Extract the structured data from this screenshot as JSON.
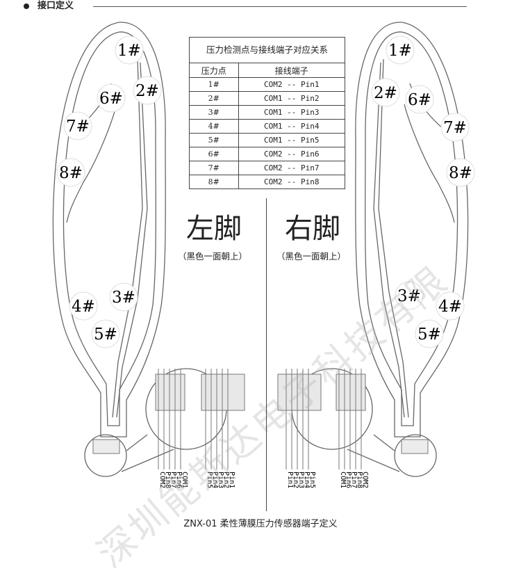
{
  "header": {
    "title": "接口定义"
  },
  "table": {
    "caption": "压力检测点与接线端子对应关系",
    "col_headers": [
      "压力点",
      "接线端子"
    ],
    "rows": [
      [
        "1#",
        "COM2 -- Pin1"
      ],
      [
        "2#",
        "COM1 -- Pin2"
      ],
      [
        "3#",
        "COM1 -- Pin3"
      ],
      [
        "4#",
        "COM1 -- Pin4"
      ],
      [
        "5#",
        "COM1 -- Pin5"
      ],
      [
        "6#",
        "COM2 -- Pin6"
      ],
      [
        "7#",
        "COM2 -- Pin7"
      ],
      [
        "8#",
        "COM2 -- Pin8"
      ]
    ]
  },
  "left_foot": {
    "title": "左脚",
    "subtitle": "（黑色一面朝上）",
    "points": [
      "1#",
      "2#",
      "6#",
      "7#",
      "8#",
      "3#",
      "4#",
      "5#"
    ],
    "pins": [
      "COM2",
      "Pin8",
      "Pin7",
      "Pin6",
      "COM1",
      "Pin5",
      "Pin4",
      "Pin3",
      "Pin2",
      "Pin1"
    ]
  },
  "right_foot": {
    "title": "右脚",
    "subtitle": "（黑色一面朝上）",
    "points": [
      "1#",
      "2#",
      "6#",
      "7#",
      "8#",
      "3#",
      "4#",
      "5#"
    ],
    "pins": [
      "Pin1",
      "Pin2",
      "Pin3",
      "Pin4",
      "Pin5",
      "COM1",
      "Pin6",
      "Pin7",
      "Pin8",
      "COM2"
    ]
  },
  "watermark": "深圳能斯达电子科技有限",
  "caption": "ZNX-01 柔性薄膜压力传感器端子定义"
}
